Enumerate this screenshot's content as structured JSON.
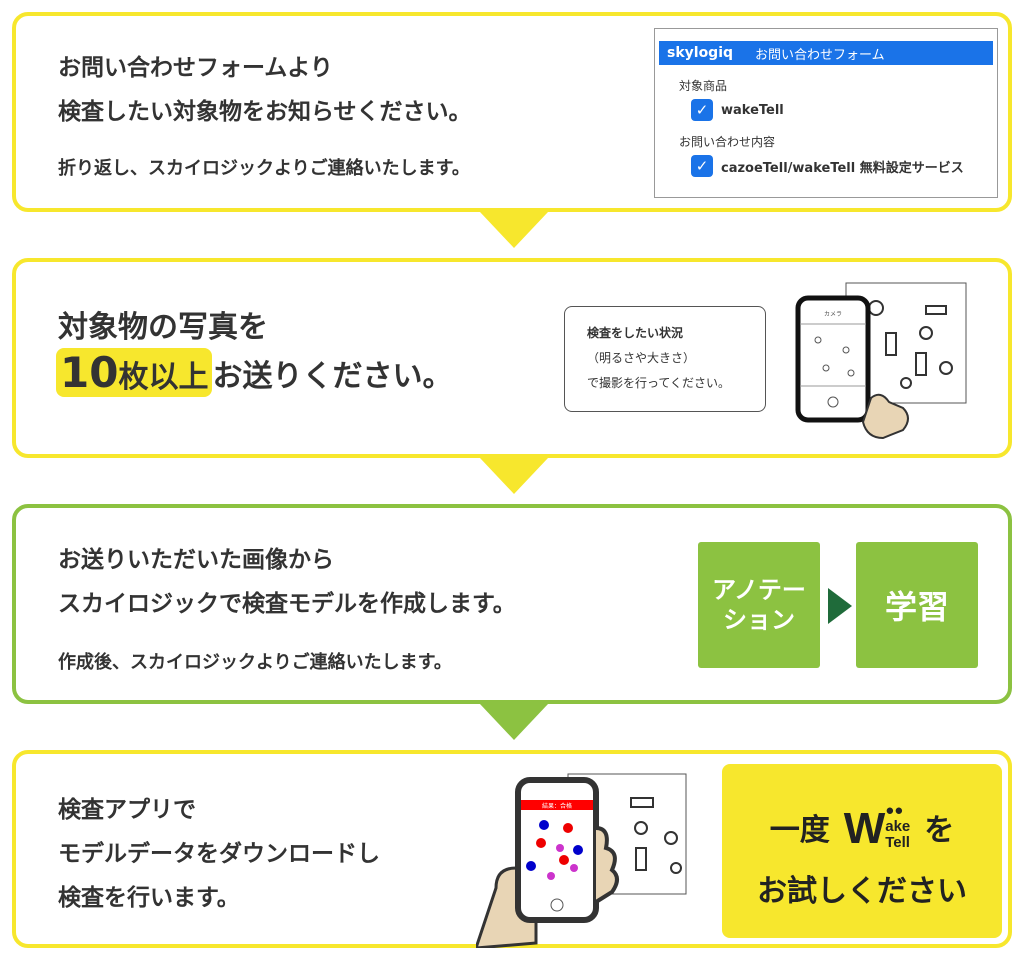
{
  "steps": [
    {
      "lines": [
        "お問い合わせフォームより",
        "検査したい対象物をお知らせください。"
      ],
      "note": "折り返し、スカイロジックよりご連絡いたします。",
      "form": {
        "logo": "skylogiq",
        "title": "お問い合わせフォーム",
        "field1_label": "対象商品",
        "field1_value": "wakeTell",
        "field2_label": "お問い合わせ内容",
        "field2_value": "cazoeTell/wakeTell 無料設定サービス",
        "check": "✓"
      }
    },
    {
      "line1": "対象物の写真を",
      "highlight_num": "10",
      "highlight_text": "枚以上",
      "line2_rest": "お送りください。",
      "bubble": {
        "title": "検査をしたい状況",
        "line2": "（明るさや大きさ）",
        "line3": "で撮影を行ってください。"
      },
      "phone_caption": "カメラ"
    },
    {
      "lines": [
        "お送りいただいた画像から",
        "スカイロジックで検査モデルを作成します。"
      ],
      "note": "作成後、スカイロジックよりご連絡いたします。",
      "box1": "アノテーション",
      "box1_l1": "アノテー",
      "box1_l2": "ション",
      "box2": "学習"
    },
    {
      "lines": [
        "検査アプリで",
        "モデルデータをダウンロードし",
        "検査を行います。"
      ],
      "phone_caption": "結果：合格",
      "cta_pre": "一度",
      "cta_logo_top": "ake",
      "cta_logo_bottom": "Tell",
      "cta_logo_w": "W",
      "cta_post": "を",
      "cta_line2": "お試しください"
    }
  ],
  "colors": {
    "yellow": "#f7e72d",
    "green": "#8cc241",
    "blue": "#1a73e8",
    "dark_green": "#1f6b3a"
  }
}
